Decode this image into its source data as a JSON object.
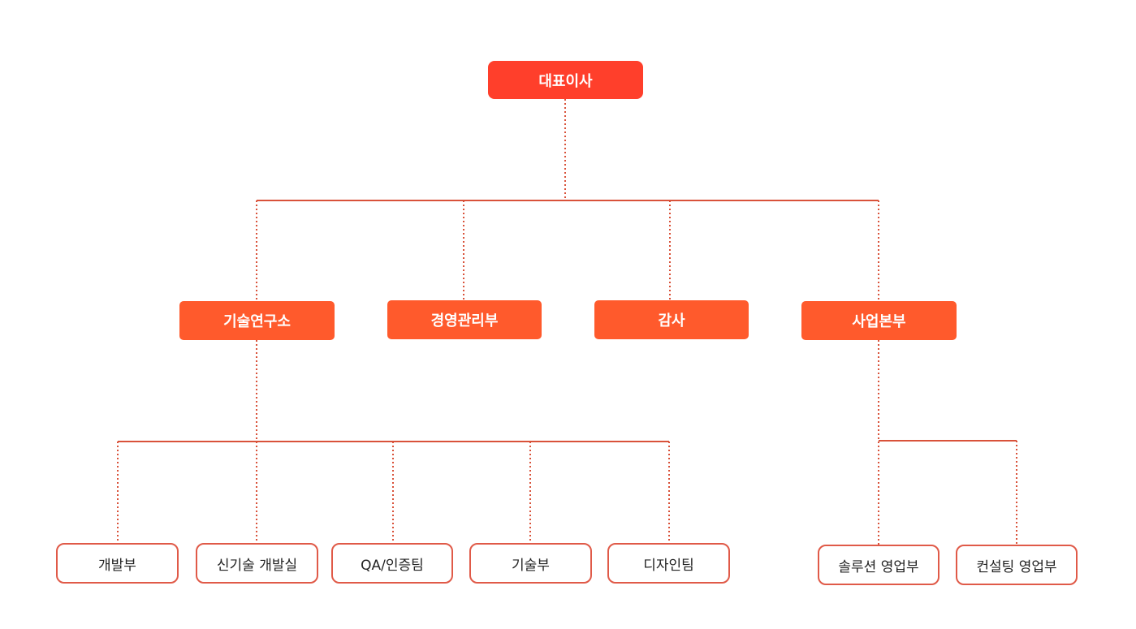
{
  "chart_data": {
    "type": "org-chart",
    "root": {
      "label": "대표이사",
      "children": [
        {
          "label": "기술연구소",
          "children": [
            {
              "label": "개발부"
            },
            {
              "label": "신기술 개발실"
            },
            {
              "label": "QA/인증팀"
            },
            {
              "label": "기술부"
            },
            {
              "label": "디자인팀"
            }
          ]
        },
        {
          "label": "경영관리부",
          "children": []
        },
        {
          "label": "감사",
          "children": []
        },
        {
          "label": "사업본부",
          "children": [
            {
              "label": "솔루션 영업부"
            },
            {
              "label": "컨설팅 영업부"
            }
          ]
        }
      ]
    },
    "colors": {
      "root_fill": "#ff3f2b",
      "division_fill": "#ff5a2c",
      "team_border": "#e05a48",
      "connector": "#d9523a"
    }
  }
}
